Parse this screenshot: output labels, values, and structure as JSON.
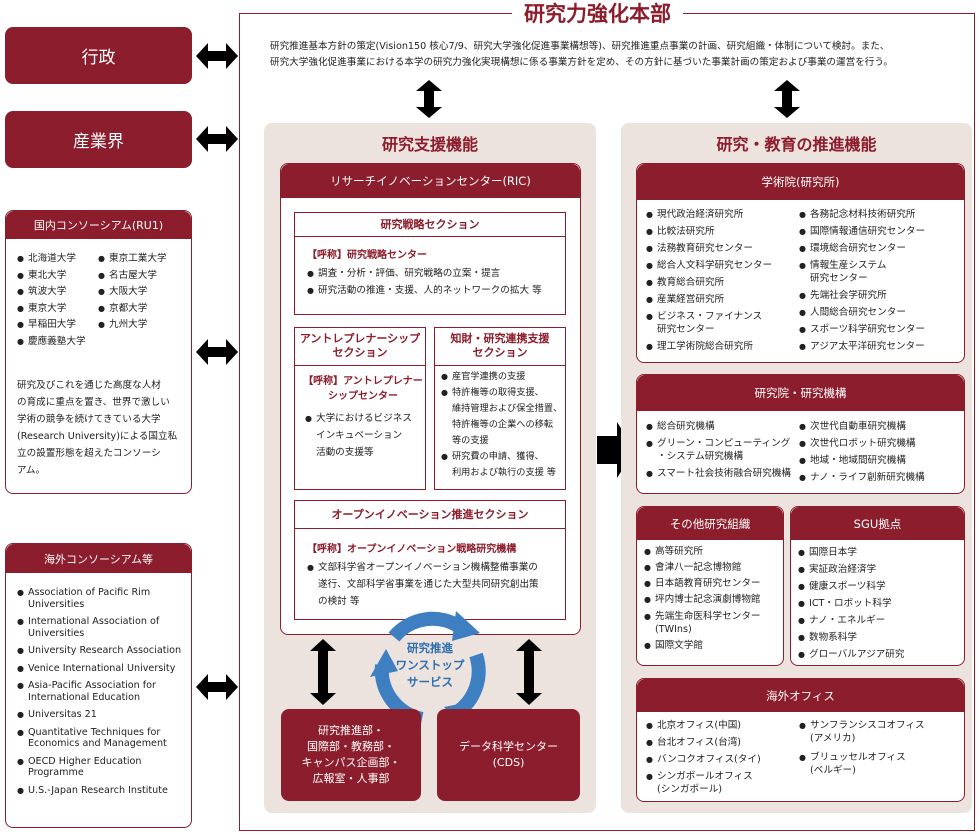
{
  "hq": {
    "title": "研究力強化本部",
    "desc": "研究推進基本方針の策定(Vision150 核心7/9、研究大学強化促進事業構想等)、研究推進重点事業の計画、研究組織・体制について検討。また、\n研究大学強化促進事業における本学の研究力強化実現構想に係る事業方針を定め、その方針に基づいた事業計画の策定および事業の運営を行う。"
  },
  "left": {
    "gyosei": "行政",
    "sangyokai": "産業界",
    "ru1": {
      "title": "国内コンソーシアム(RU1)",
      "col1": [
        "北海道大学",
        "東北大学",
        "筑波大学",
        "東京大学",
        "早稲田大学",
        "慶應義塾大学"
      ],
      "col2": [
        "東京工業大学",
        "名古屋大学",
        "大阪大学",
        "京都大学",
        "九州大学"
      ],
      "desc": "研究及びこれを通じた高度な人材\nの育成に重点を置き、世界で激しい\n学術の競争を続けてきている大学\n(Research University)による国立私\n立の設置形態を超えたコンソーシ\nアム。"
    },
    "overseas": {
      "title": "海外コンソーシアム等",
      "items": [
        "Association of Pacific Rim\nUniversities",
        "International Association of\nUniversities",
        "University Research Association",
        "Venice International University",
        "Asia-Pacific Association for\nInternational Education",
        "Universitas 21",
        "Quantitative Techniques for\nEconomics and Management",
        "OECD Higher Education\nProgramme",
        "U.S.-Japan Research Institute"
      ]
    }
  },
  "support": {
    "title": "研究支援機能",
    "ric": "リサーチイノベーションセンター(RIC)",
    "strategy": {
      "title": "研究戦略セクション",
      "sub": "【呼称】研究戦略センター",
      "items": [
        "調査・分析・評価、研究戦略の立案・提言",
        "研究活動の推進・支援、人的ネットワークの拡大 等"
      ]
    },
    "entre": {
      "title": "アントレプレナーシップ\nセクション",
      "sub": "【呼称】アントレプレナー\nシップセンター",
      "items": [
        "大学におけるビジネス\nインキュベーション\n活動の支援等"
      ]
    },
    "ip": {
      "title": "知財・研究連携支援\nセクション",
      "items": [
        "産官学連携の支援",
        "特許権等の取得支援、\n維持管理および保全措置、\n特許権等の企業への移転\n等の支援",
        "研究費の申請、獲得、\n利用および執行の支援 等"
      ]
    },
    "open": {
      "title": "オープンイノベーション推進セクション",
      "sub": "【呼称】オープンイノベーション戦略研究機構",
      "items": [
        "文部科学省オープンイノベーション機構整備事業の\n遂行、文部科学省事業を通じた大型共同研究創出策\nの検討 等"
      ]
    },
    "onestop": "研究推進\nワンストップ\nサービス",
    "dept": "研究推進部・\n国際部・教務部・\nキャンパス企画部・\n広報室・人事部",
    "cds": "データ科学センター\n(CDS)"
  },
  "promo": {
    "title": "研究・教育の推進機能",
    "gakujutsu": {
      "title": "学術院(研究所)",
      "col1": [
        "現代政治経済研究所",
        "比較法研究所",
        "法務教育研究センター",
        "総合人文科学研究センター",
        "教育総合研究所",
        "産業経営研究所",
        "ビジネス・ファイナンス\n研究センター",
        "理工学術院総合研究所"
      ],
      "col2": [
        "各務記念材料技術研究所",
        "国際情報通信研究センター",
        "環境総合研究センター",
        "情報生産システム\n研究センター",
        "先端社会学研究所",
        "人間総合研究センター",
        "スポーツ科学研究センター",
        "アジア太平洋研究センター"
      ]
    },
    "kenkyuin": {
      "title": "研究院・研究機構",
      "col1": [
        "総合研究機構",
        "グリーン・コンピューティング\n・システム研究機構",
        "スマート社会技術融合研究機構"
      ],
      "col2": [
        "次世代自動車研究機構",
        "次世代ロボット研究機構",
        "地域・地域間研究機構",
        "ナノ・ライフ創新研究機構"
      ]
    },
    "other": {
      "title": "その他研究組織",
      "items": [
        "高等研究所",
        "會津八一記念博物館",
        "日本語教育研究センター",
        "坪内博士記念演劇博物館",
        "先端生命医科学センター\n(TWIns)",
        "国際文学館"
      ]
    },
    "sgu": {
      "title": "SGU拠点",
      "items": [
        "国際日本学",
        "実証政治経済学",
        "健康スポーツ科学",
        "ICT・ロボット科学",
        "ナノ・エネルギー",
        "数物系科学",
        "グローバルアジア研究"
      ]
    },
    "offices": {
      "title": "海外オフィス",
      "col1": [
        "北京オフィス(中国)",
        "台北オフィス(台湾)",
        "バンコクオフィス(タイ)",
        "シンガポールオフィス\n(シンガポール)"
      ],
      "col2": [
        "サンフランシスコオフィス\n(アメリカ)",
        "ブリュッセルオフィス\n(ベルギー)"
      ]
    }
  },
  "colors": {
    "accent": "#8c1d2c",
    "panel_bg": "#ece3df",
    "cycle": "#3d7fc0"
  }
}
